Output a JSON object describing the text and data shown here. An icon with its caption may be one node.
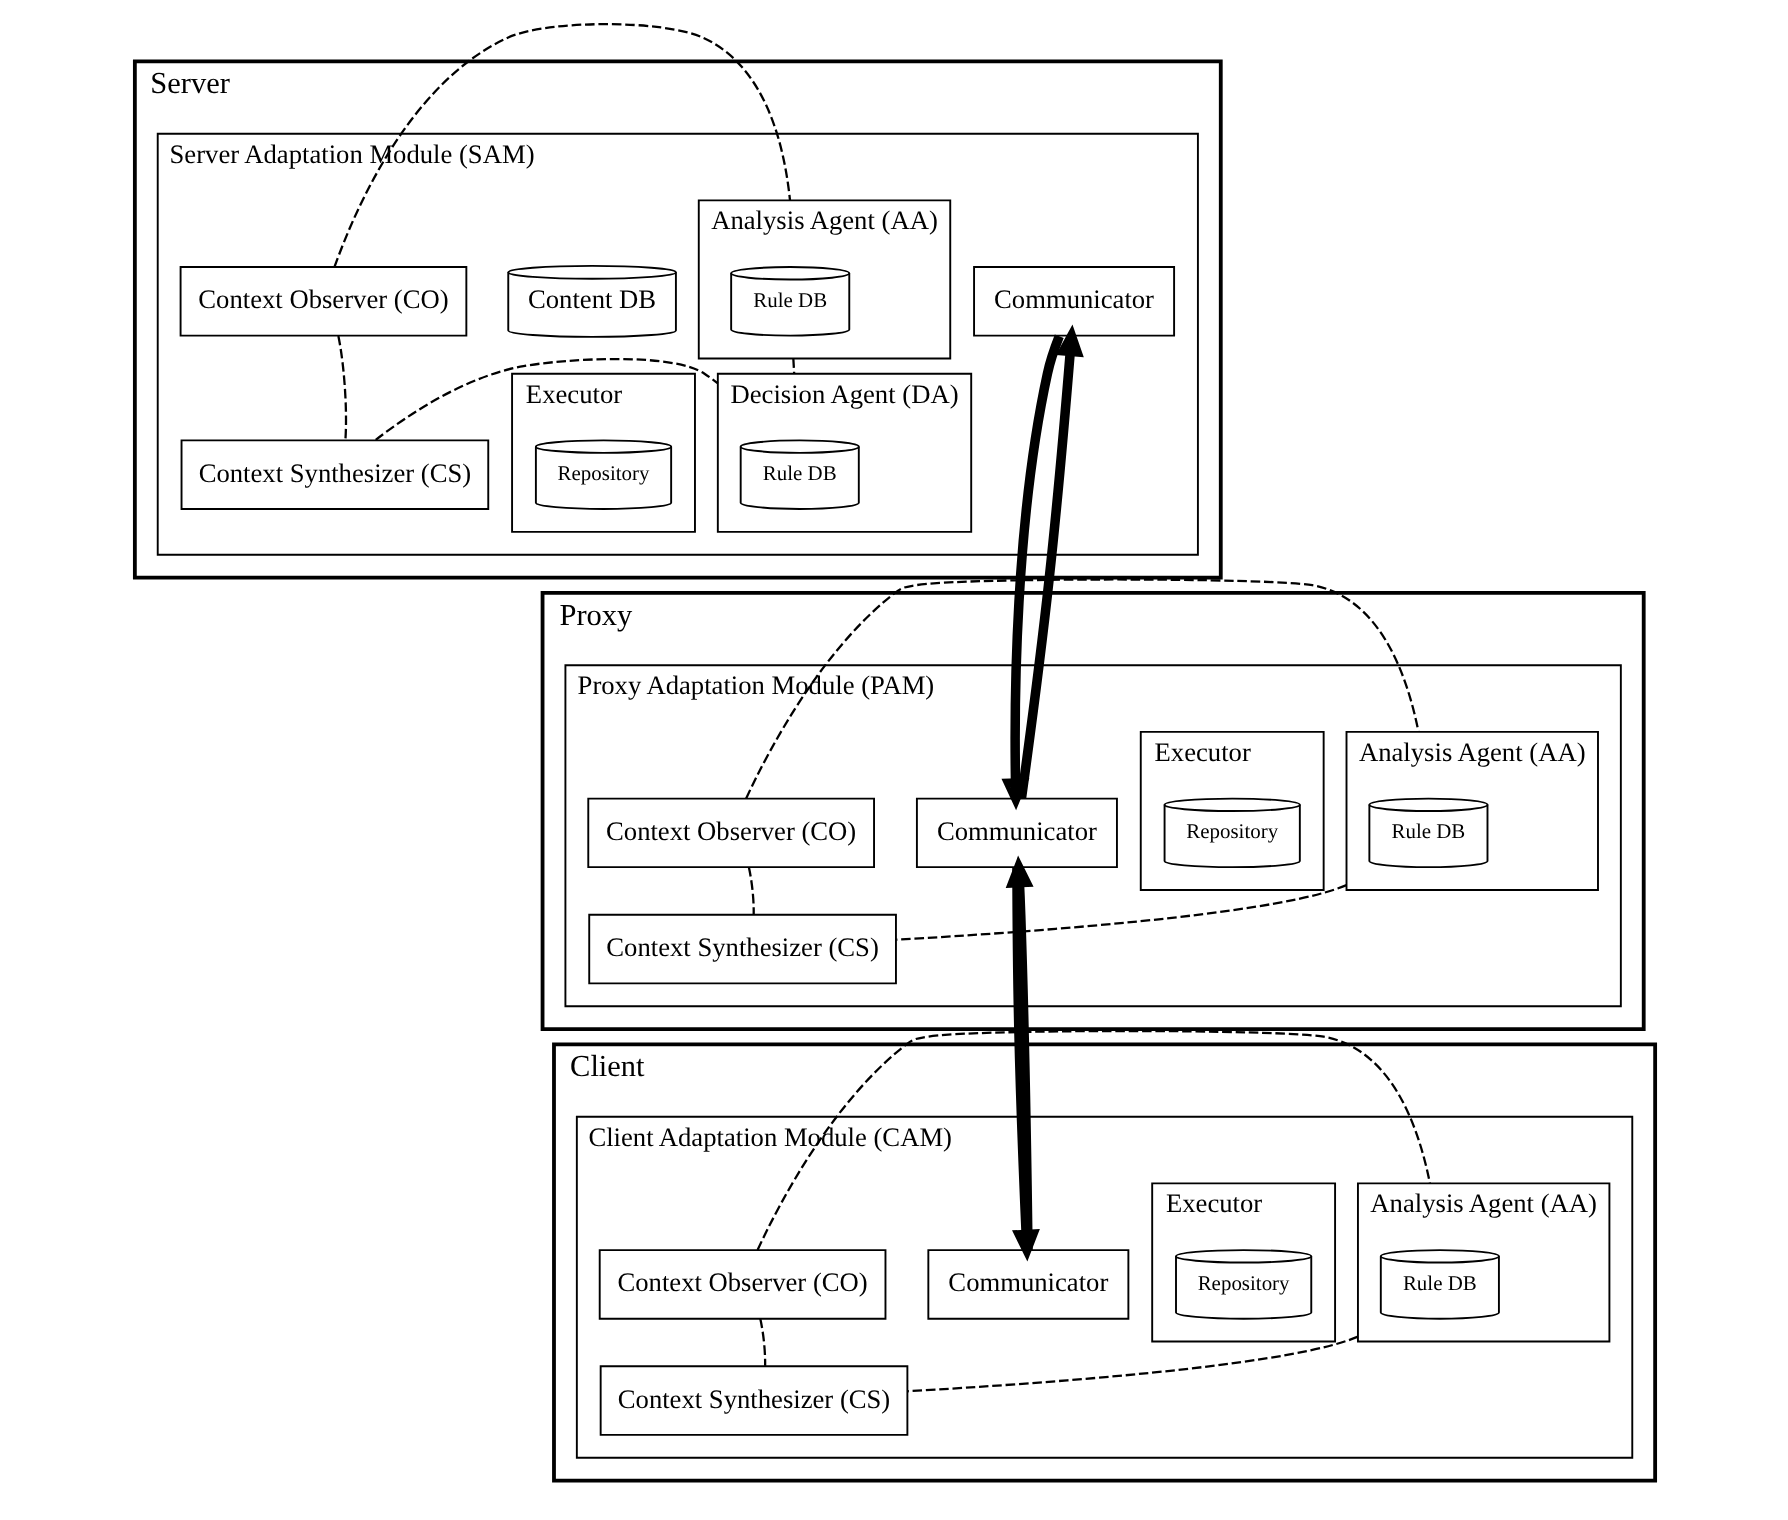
{
  "diagram": {
    "nodes": [
      {
        "text": [
          "Server"
        ]
      },
      {
        "text": [
          "Server Adaptation Module (SAM)"
        ],
        "in": 0
      },
      {
        "text": [
          "Context Observer (CO)"
        ],
        "in": 1
      },
      {
        "text": [
          "Analysis Agent (AA)"
        ],
        "in": 1
      },
      {
        "text": [
          "Rule DB"
        ],
        "in": 3
      },
      {
        "text": [
          "Content DB"
        ],
        "in": 1
      },
      {
        "text": [
          "Communicator"
        ],
        "in": 1
      },
      {
        "text": [
          "Context Synthesizer (CS)"
        ],
        "in": 1
      },
      {
        "text": [
          "Decision Agent (DA)"
        ],
        "in": 1
      },
      {
        "text": [
          "Rule DB"
        ],
        "in": 8
      },
      {
        "text": [
          "Executor"
        ],
        "in": 1
      },
      {
        "text": [
          "Repository"
        ],
        "in": 10
      },
      {
        "text": [
          "Proxy"
        ]
      },
      {
        "text": [
          "Proxy Adaptation Module (PAM)"
        ],
        "in": 12
      },
      {
        "text": [
          "Context Observer (CO)"
        ],
        "in": 13
      },
      {
        "text": [
          "Analysis Agent (AA)"
        ],
        "in": 13
      },
      {
        "text": [
          "Rule DB"
        ],
        "in": 15
      },
      {
        "text": [
          "Executor"
        ],
        "in": 13
      },
      {
        "text": [
          "Repository"
        ],
        "in": 17
      },
      {
        "text": [
          "Communicator"
        ],
        "in": 13
      },
      {
        "text": [
          "Context Synthesizer (CS)"
        ],
        "in": 13
      },
      {
        "text": [
          "Client"
        ]
      },
      {
        "text": [
          "Client Adaptation Module (CAM)"
        ],
        "in": 21
      },
      {
        "text": [
          "Context Observer (CO)"
        ],
        "in": 22
      },
      {
        "text": [
          "Analysis Agent (AA)"
        ],
        "in": 22
      },
      {
        "text": [
          "Rule DB"
        ],
        "in": 24
      },
      {
        "text": [
          "Executor"
        ],
        "in": 22
      },
      {
        "text": [
          "Repository"
        ],
        "in": 26
      },
      {
        "text": [
          "Communicator"
        ],
        "in": 22
      },
      {
        "text": [
          "Context Synthesizer (CS)"
        ],
        "in": 22
      }
    ],
    "edges": [
      {
        "from": 2,
        "to": 3,
        "arrow": "none",
        "style": "dashed"
      },
      {
        "from": 2,
        "to": 7,
        "arrow": "none",
        "style": "dashed"
      },
      {
        "from": 3,
        "to": 8,
        "arrow": "none",
        "style": "dashed"
      },
      {
        "from": 7,
        "to": 8,
        "arrow": "none",
        "style": "dashed"
      },
      {
        "from": 19,
        "to": 6,
        "arrow": "to",
        "style": "thick"
      },
      {
        "from": 6,
        "to": 19,
        "arrow": "to",
        "style": "thick"
      },
      {
        "from": 14,
        "to": 15,
        "arrow": "none",
        "style": "dashed"
      },
      {
        "from": 14,
        "to": 20,
        "arrow": "none",
        "style": "dashed"
      },
      {
        "from": 15,
        "to": 20,
        "arrow": "none",
        "style": "dashed"
      },
      {
        "from": 28,
        "to": 19,
        "arrow": "to",
        "style": "thick"
      },
      {
        "from": 19,
        "to": 28,
        "arrow": "to",
        "style": "thick"
      },
      {
        "from": 23,
        "to": 24,
        "arrow": "none",
        "style": "dashed"
      },
      {
        "from": 23,
        "to": 29,
        "arrow": "none",
        "style": "dashed"
      },
      {
        "from": 24,
        "to": 29,
        "arrow": "none",
        "style": "dashed"
      }
    ]
  }
}
